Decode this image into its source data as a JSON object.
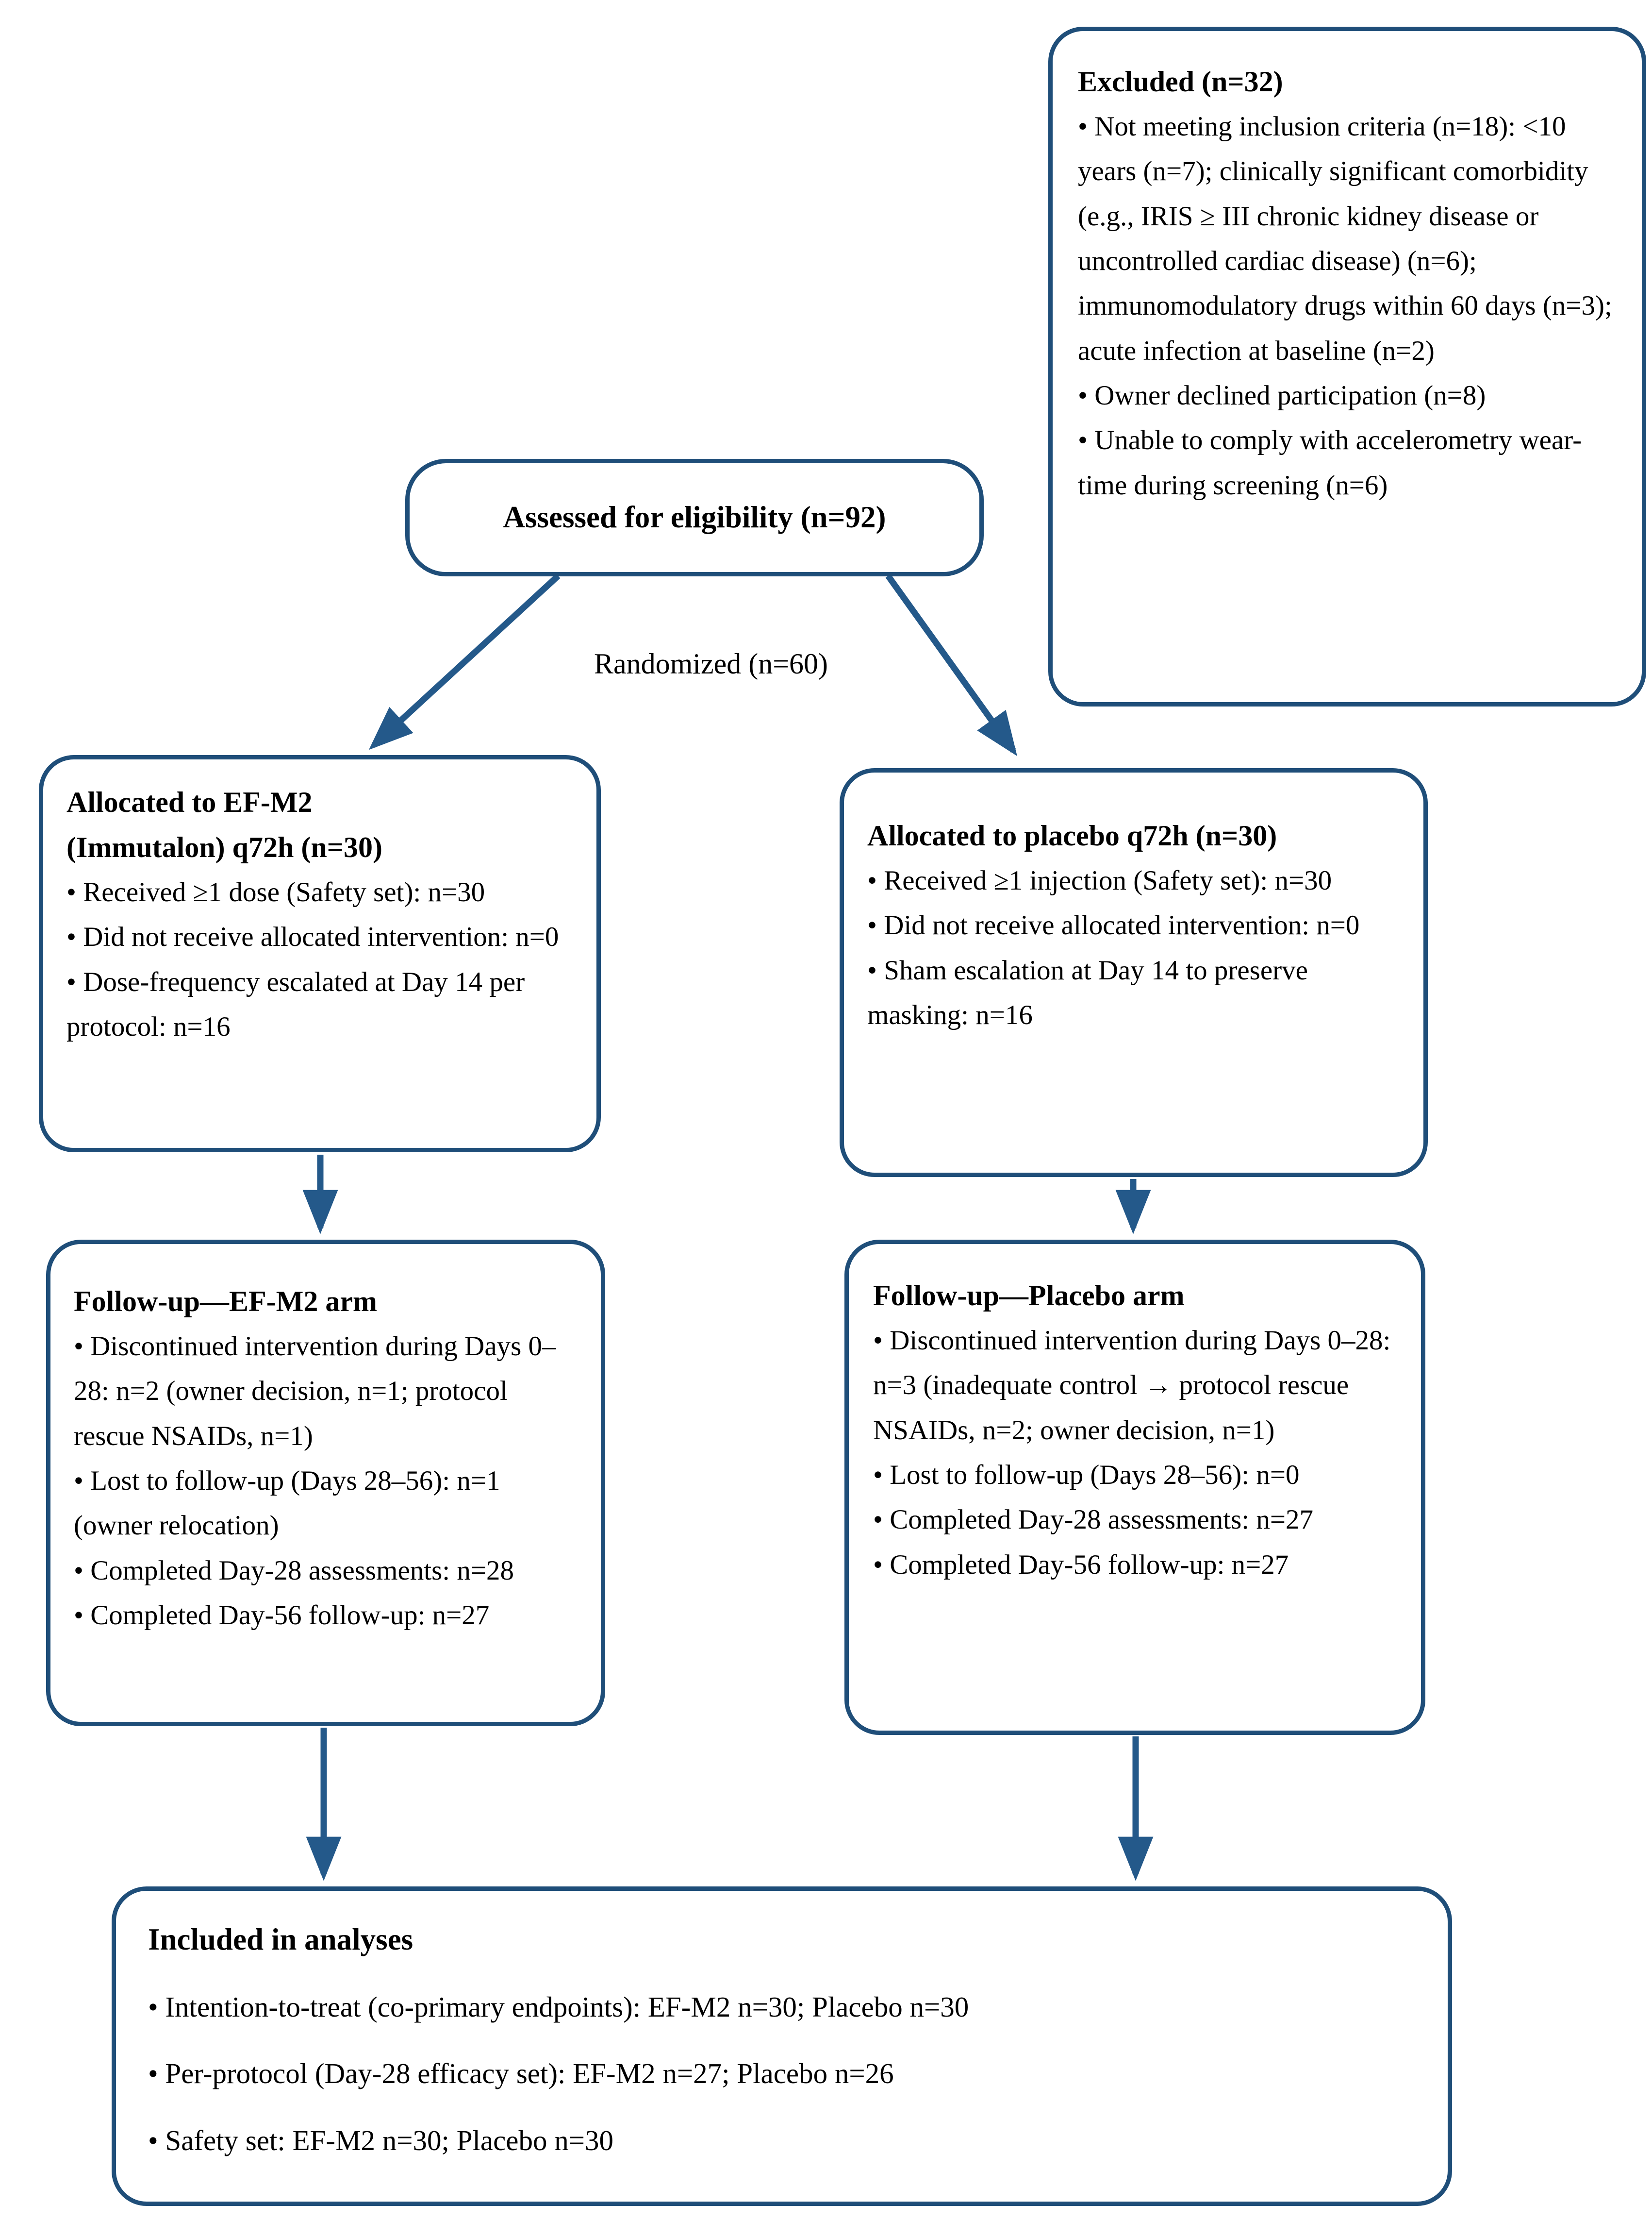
{
  "figure_type": "consort-flow-diagram",
  "colors": {
    "background": "#FFFFFF",
    "box_border": "#1F4E79",
    "arrow": "#24598A",
    "text": "#000000"
  },
  "boxes": {
    "excluded": {
      "title": "Excluded (n=32)",
      "bullets": [
        "• Not meeting inclusion criteria (n=18): <10 years (n=7); clinically significant comorbidity (e.g., IRIS ≥ III chronic kidney disease or uncontrolled cardiac disease) (n=6); immunomodulatory drugs within 60 days (n=3); acute infection at baseline (n=2)",
        "• Owner declined participation (n=8)",
        "• Unable to comply with accelerometry wear-time during screening (n=6)"
      ]
    },
    "assessed": {
      "title": "Assessed for eligibility (n=92)"
    },
    "randomized_label": "Randomized (n=60)",
    "alloc_efm2": {
      "title": "Allocated to EF-M2 (Immutalon) q72h (n=30)",
      "bullets": [
        "• Received ≥1 dose (Safety set): n=30",
        "• Did not receive allocated intervention: n=0",
        "• Dose-frequency escalated at Day 14 per protocol: n=16"
      ]
    },
    "alloc_placebo": {
      "title": "Allocated to placebo q72h (n=30)",
      "bullets": [
        "• Received ≥1 injection (Safety set): n=30",
        "• Did not receive allocated intervention: n=0",
        "• Sham escalation at Day 14 to preserve masking: n=16"
      ]
    },
    "fu_efm2": {
      "title": "Follow-up—EF-M2 arm",
      "bullets": [
        "• Discontinued intervention during Days 0–28: n=2 (owner decision, n=1; protocol rescue NSAIDs, n=1)",
        "• Lost to follow-up (Days 28–56): n=1 (owner relocation)",
        "• Completed Day-28 assessments: n=28",
        "• Completed Day-56 follow-up: n=27"
      ]
    },
    "fu_placebo": {
      "title": "Follow-up—Placebo arm",
      "bullets": [
        "• Discontinued intervention during Days 0–28: n=3 (inadequate control → protocol rescue NSAIDs, n=2; owner decision, n=1)",
        "• Lost to follow-up (Days 28–56): n=0",
        "• Completed Day-28 assessments: n=27",
        "• Completed Day-56 follow-up: n=27"
      ]
    },
    "included": {
      "title": "Included in analyses",
      "bullets": [
        "• Intention-to-treat (co-primary endpoints): EF-M2 n=30; Placebo n=30",
        "• Per-protocol (Day-28 efficacy set): EF-M2 n=27; Placebo n=26",
        "• Safety set: EF-M2 n=30; Placebo n=30"
      ]
    }
  }
}
